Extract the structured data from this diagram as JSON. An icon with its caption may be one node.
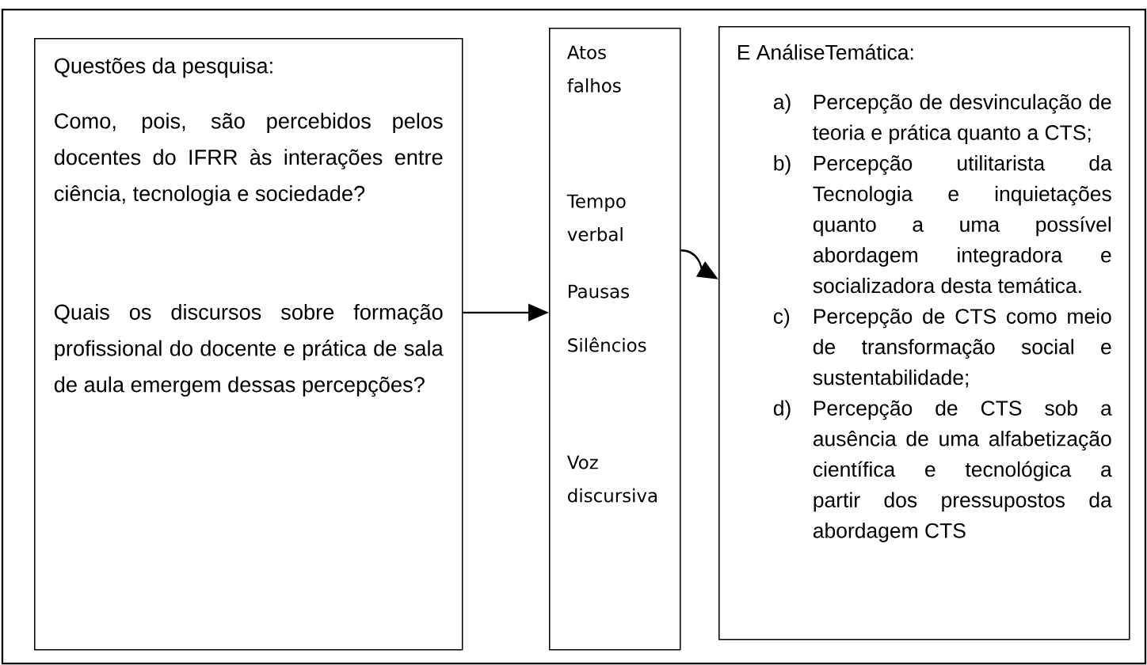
{
  "diagram": {
    "nodes": [
      {
        "text": [
          "Questões da pesquisa:",
          "Como, pois, são percebidos pelos docentes do IFRR às interações entre ciência, tecnologia e sociedade?",
          "Quais os discursos sobre formação profissional do docente e prática de sala de aula emergem dessas percepções?"
        ]
      },
      {
        "text": [
          "Atos falhos",
          "Tempo verbal",
          "Pausas",
          "Silêncios",
          "Voz discursiva"
        ]
      },
      {
        "text": [
          "E AnáliseTemática:",
          "a)",
          "Percepção de desvinculação de teoria e prática quanto a CTS;",
          "b)",
          "Percepção utilitarista da Tecnologia e inquietações quanto a uma possível abordagem integradora e socializadora desta temática.",
          "c)",
          "Percepção de CTS como meio de transformação social e sustentabilidade;",
          "d)",
          "Percepção de CTS sob a ausência de uma alfabetização científica e tecnológica a partir dos pressupostos da abordagem CTS"
        ]
      }
    ],
    "edges": [
      {
        "from": 0,
        "to": 1,
        "arrow": "to"
      },
      {
        "from": 1,
        "to": 2,
        "arrow": "to"
      }
    ]
  }
}
